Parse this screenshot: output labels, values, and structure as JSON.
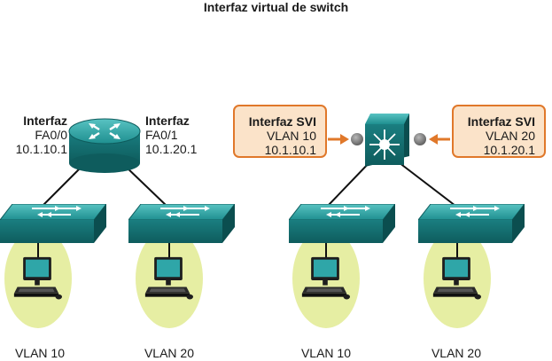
{
  "title": "Interfaz virtual de switch",
  "router": {
    "left_interface": {
      "label": "Interfaz",
      "port": "FA0/0",
      "ip": "10.1.10.1"
    },
    "right_interface": {
      "label": "Interfaz",
      "port": "FA0/1",
      "ip": "10.1.20.1"
    }
  },
  "svi": {
    "left": {
      "label": "Interfaz SVI",
      "vlan": "VLAN 10",
      "ip": "10.1.10.1"
    },
    "right": {
      "label": "Interfaz SVI",
      "vlan": "VLAN 20",
      "ip": "10.1.20.1"
    }
  },
  "hosts": [
    {
      "vlan": "VLAN 10"
    },
    {
      "vlan": "VLAN 20"
    },
    {
      "vlan": "VLAN 10"
    },
    {
      "vlan": "VLAN 20"
    }
  ],
  "colors": {
    "device_teal": "#1f8f90",
    "device_dark": "#0e5c5d",
    "svi_border": "#e0782a",
    "svi_fill": "#fbe3c9",
    "host_ellipse": "#e6eea3",
    "arrow": "#e0782a",
    "port_dot": "#7a7a7a"
  }
}
